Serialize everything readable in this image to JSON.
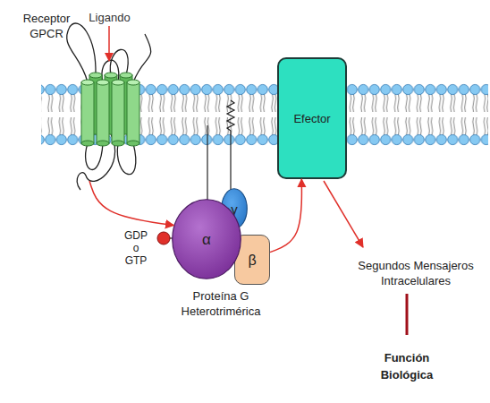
{
  "diagram": {
    "nodes": [
      {
        "text": [
          "Receptor GPCR"
        ]
      },
      {
        "text": [
          "Efector"
        ]
      },
      {
        "text": [
          "α"
        ]
      },
      {
        "text": [
          "γ"
        ]
      },
      {
        "text": [
          "β"
        ]
      }
    ],
    "edges": [
      {
        "from": 0,
        "to": 2,
        "arrow": "to"
      },
      {
        "from": 4,
        "to": 1,
        "arrow": "to"
      }
    ],
    "labels": [
      "Ligando",
      "GDP o GTP",
      "Proteína G Heterotrimérica",
      "Segundos Mensajeros Intracelulares",
      "Función Biológica"
    ]
  }
}
